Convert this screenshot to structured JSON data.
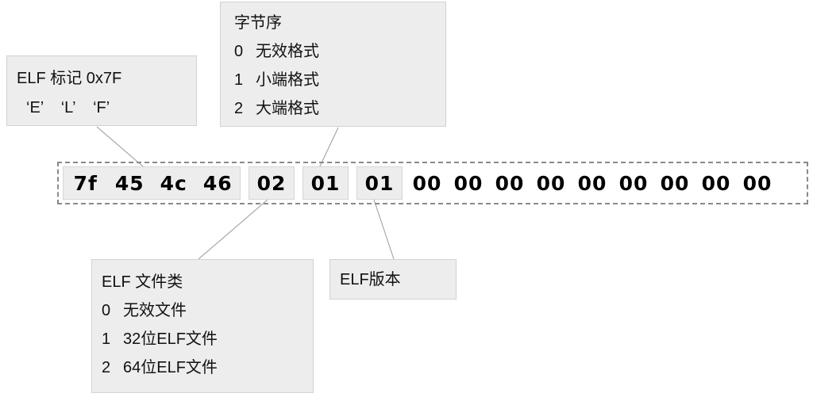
{
  "diagram": {
    "title_hidden": "ELF Header Identification Bytes",
    "annotations": {
      "elf_magic": {
        "line1": "ELF 标记 0x7F",
        "line2": "‘E’    ‘L’    ‘F’"
      },
      "byte_order": {
        "title": "字节序",
        "rows": [
          {
            "key": "0",
            "value": "无效格式"
          },
          {
            "key": "1",
            "value": "小端格式"
          },
          {
            "key": "2",
            "value": "大端格式"
          }
        ]
      },
      "file_class": {
        "title": "ELF 文件类",
        "rows": [
          {
            "key": "0",
            "value": "无效文件"
          },
          {
            "key": "1",
            "value": "32位ELF文件"
          },
          {
            "key": "2",
            "value": "64位ELF文件"
          }
        ]
      },
      "elf_version": {
        "title": "ELF版本"
      }
    },
    "byte_strip": {
      "groups": [
        {
          "style": "magic",
          "bytes": [
            "7f",
            "45",
            "4c",
            "46"
          ]
        },
        {
          "style": "single",
          "bytes": [
            "02"
          ]
        },
        {
          "style": "single",
          "bytes": [
            "01"
          ]
        },
        {
          "style": "single",
          "bytes": [
            "01"
          ]
        },
        {
          "style": "plain",
          "bytes": [
            "00"
          ]
        },
        {
          "style": "plain",
          "bytes": [
            "00"
          ]
        },
        {
          "style": "plain",
          "bytes": [
            "00"
          ]
        },
        {
          "style": "plain",
          "bytes": [
            "00"
          ]
        },
        {
          "style": "plain",
          "bytes": [
            "00"
          ]
        },
        {
          "style": "plain",
          "bytes": [
            "00"
          ]
        },
        {
          "style": "plain",
          "bytes": [
            "00"
          ]
        },
        {
          "style": "plain",
          "bytes": [
            "00"
          ]
        },
        {
          "style": "plain",
          "bytes": [
            "00"
          ]
        }
      ]
    },
    "colors": {
      "box_fill": "#ededed",
      "box_border": "#d2d2d2",
      "strip_border": "#8a8a8a",
      "connector": "#9a9a9a",
      "text": "#111111"
    }
  }
}
